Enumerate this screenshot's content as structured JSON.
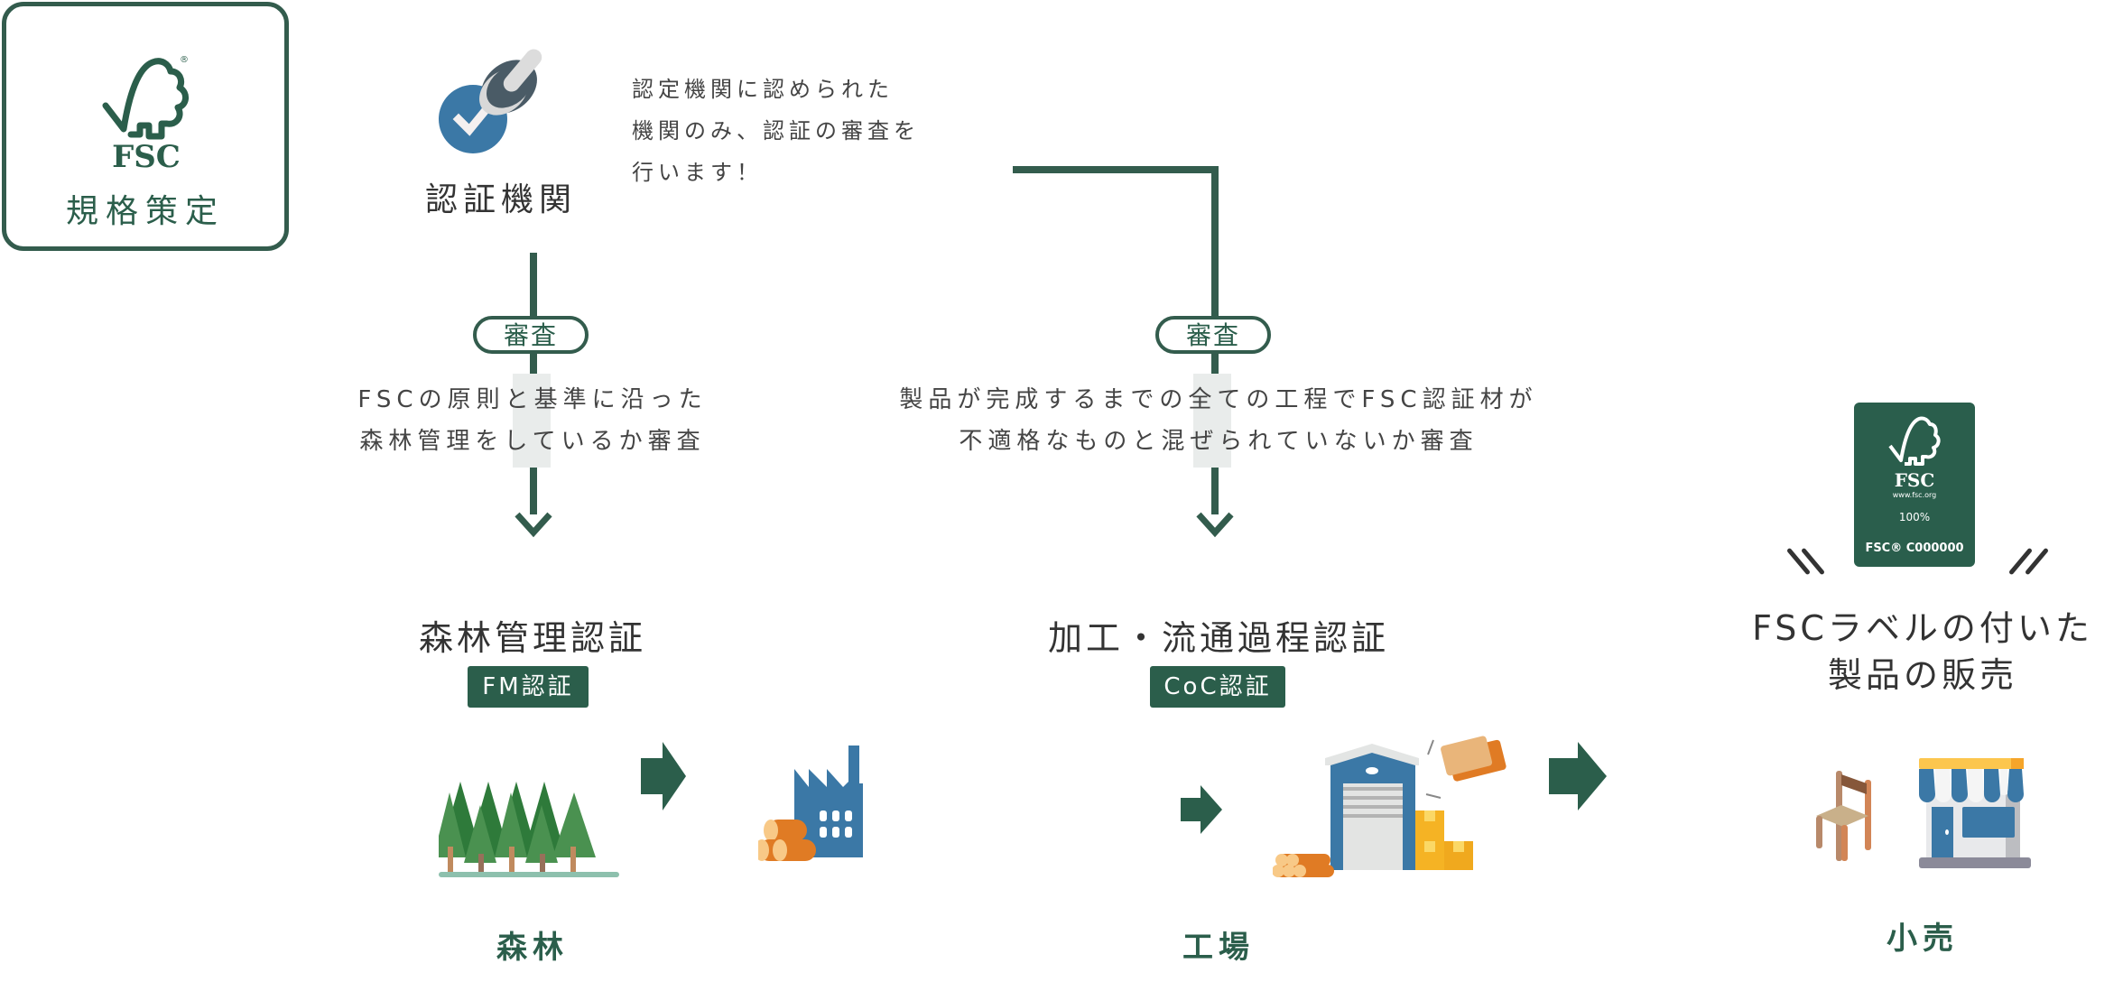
{
  "standard_setter": {
    "logo_text": "FSC",
    "registered_mark": "®",
    "label": "規格策定"
  },
  "certification_body": {
    "label": "認証機関",
    "note": "認定機関に認められた\n機関のみ、認証の審査を\n行います！"
  },
  "reviews": [
    {
      "pill": "審査",
      "text": "FSCの原則と基準に沿った\n森林管理をしているか審査"
    },
    {
      "pill": "審査",
      "text": "製品が完成するまでの全ての工程でFSC認証材が\n不適格なものと混ぜられていないか審査"
    }
  ],
  "certifications": [
    {
      "title": "森林管理認証",
      "badge": "FM認証"
    },
    {
      "title": "加工・流通過程認証",
      "badge": "CoC認証"
    }
  ],
  "stages": [
    {
      "label": "森林",
      "icon": "forest-icon"
    },
    {
      "label": "工場",
      "icon": "factory-icon"
    },
    {
      "label": "小売",
      "icon": "shop-icon"
    }
  ],
  "fsc_label": {
    "brand": "FSC",
    "registered_mark": "®",
    "url": "www.fsc.org",
    "percent": "100%",
    "code": "FSC® C000000"
  },
  "sale_title": "FSCラベルの付いた\n製品の販売",
  "colors": {
    "primary_green": "#2b5e4b",
    "line_green": "#335c4d",
    "factory_blue": "#3b78a6",
    "log_orange": "#e07b24",
    "box_yellow": "#f5b324"
  }
}
